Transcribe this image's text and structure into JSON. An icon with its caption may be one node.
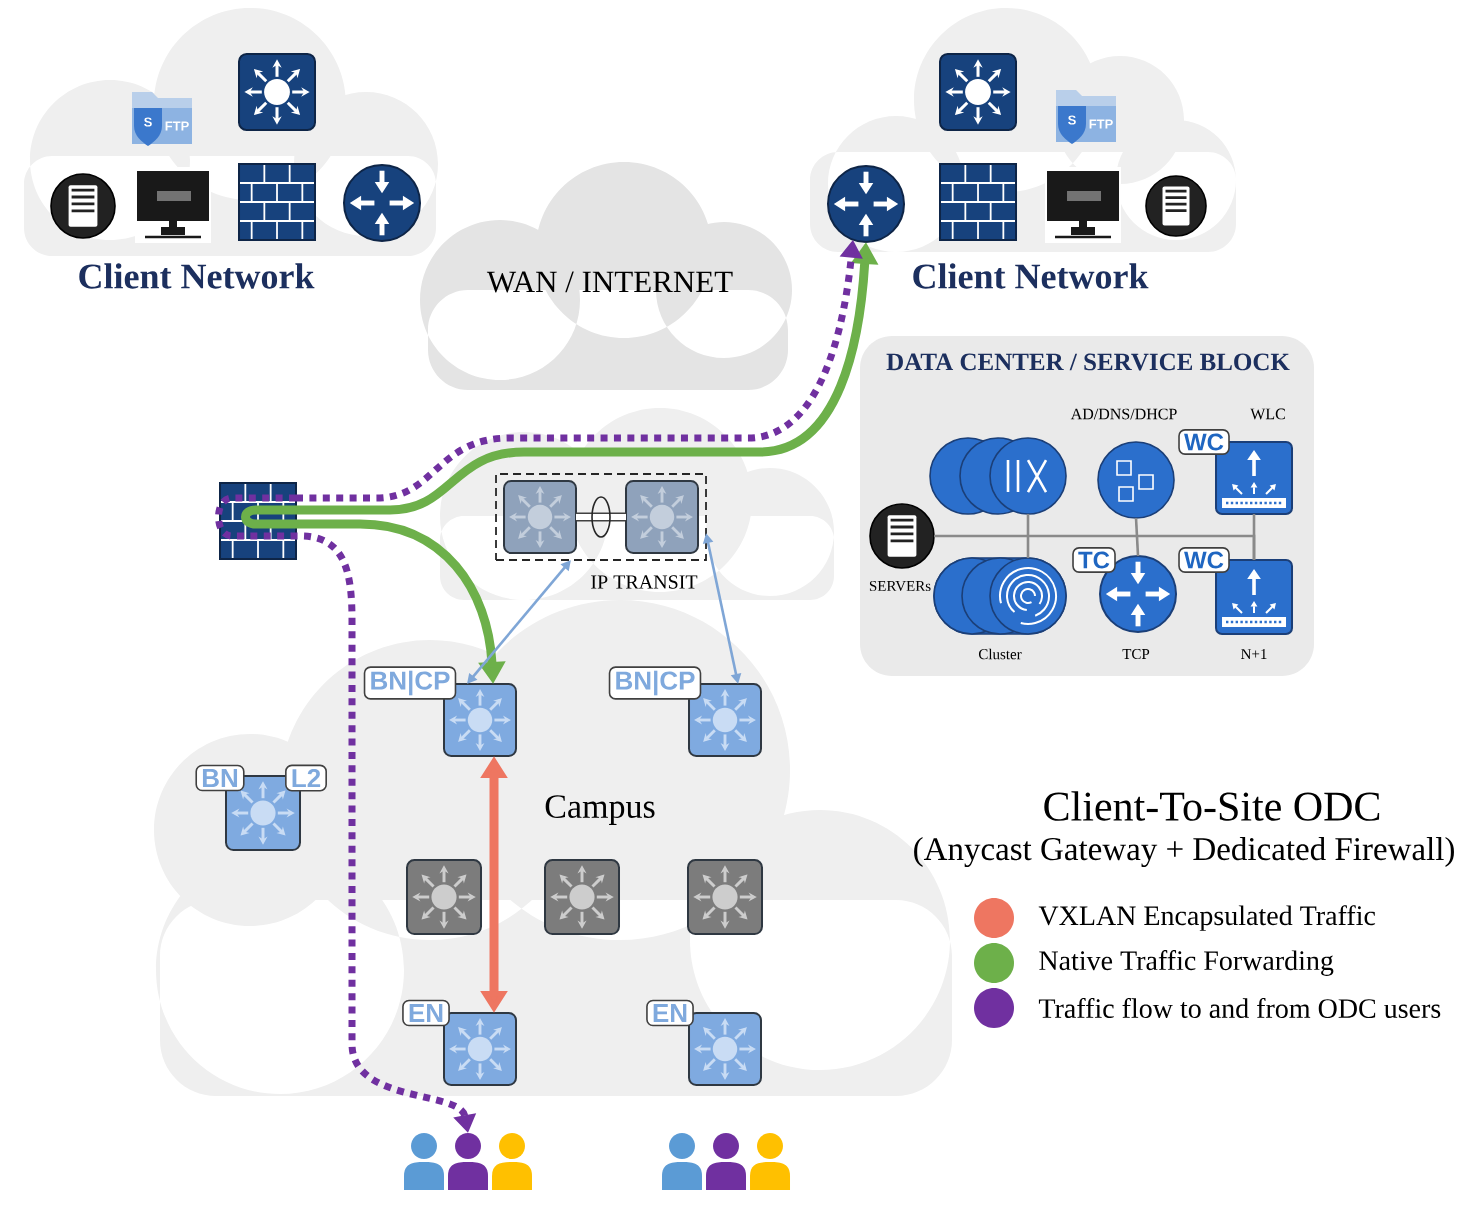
{
  "diagram": {
    "title": "Client-To-Site ODC",
    "nodes": [
      {
        "text": [
          "Client Network"
        ]
      },
      {
        "text": [
          "WAN / INTERNET"
        ]
      },
      {
        "text": [
          "Client Network"
        ]
      },
      {
        "text": [],
        "shape": "circle",
        "in": 2
      },
      {
        "text": [
          "DATA CENTER / SERVICE BLOCK"
        ]
      },
      {
        "text": [],
        "shape": "circle",
        "in": 4
      },
      {
        "text": [
          "AD/DNS/DHCP"
        ],
        "in": 4
      },
      {
        "text": [
          "WLC"
        ],
        "in": 4
      },
      {
        "text": [
          "WC"
        ],
        "in": 4
      },
      {
        "text": [
          "SERVERs"
        ],
        "in": 4
      },
      {
        "text": [
          "Cluster"
        ],
        "in": 4
      },
      {
        "text": [
          "TCP"
        ],
        "in": 4
      },
      {
        "text": [
          "TC"
        ],
        "in": 4
      },
      {
        "text": [
          "N+1"
        ],
        "in": 4
      },
      {
        "text": [
          "WC"
        ],
        "in": 4
      },
      {
        "text": [],
        "shape": "box"
      },
      {
        "text": [
          "IP TRANSIT"
        ]
      },
      {
        "text": [],
        "shape": "box",
        "in": 16
      },
      {
        "text": [],
        "shape": "box",
        "in": 17
      },
      {
        "text": [],
        "shape": "box",
        "in": 17
      },
      {
        "text": [
          "Campus"
        ]
      },
      {
        "text": [],
        "shape": "box",
        "in": 20
      },
      {
        "text": [
          "BN|CP"
        ],
        "in": 20
      },
      {
        "text": [],
        "shape": "box",
        "in": 20
      },
      {
        "text": [
          "BN|CP"
        ],
        "in": 20
      },
      {
        "text": [],
        "shape": "box",
        "in": 20
      },
      {
        "text": [
          "BN"
        ],
        "in": 20
      },
      {
        "text": [
          "L2"
        ],
        "in": 20
      },
      {
        "text": [],
        "shape": "box",
        "in": 20
      },
      {
        "text": [],
        "shape": "box",
        "in": 20
      },
      {
        "text": [],
        "shape": "box",
        "in": 20
      },
      {
        "text": [],
        "shape": "box",
        "in": 20
      },
      {
        "text": [
          "EN"
        ],
        "in": 20
      },
      {
        "text": [],
        "shape": "box",
        "in": 20
      },
      {
        "text": [
          "EN"
        ],
        "in": 20
      },
      {
        "text": [],
        "shape": "person"
      },
      {
        "text": [],
        "shape": "person"
      }
    ],
    "edges": [
      {
        "from": 15,
        "to": 3,
        "arrow": "to",
        "style": "thick",
        "color": "#6db04a"
      },
      {
        "from": 15,
        "to": 21,
        "arrow": "to",
        "style": "thick",
        "color": "#6db04a"
      },
      {
        "from": 15,
        "to": 3,
        "arrow": "to",
        "style": "dashed",
        "color": "#7030a0"
      },
      {
        "from": 15,
        "to": 35,
        "arrow": "to",
        "style": "dashed",
        "color": "#7030a0"
      },
      {
        "from": 21,
        "to": 31,
        "arrow": "both",
        "style": "thick",
        "color": "#ee7661"
      },
      {
        "from": 17,
        "to": 21,
        "arrow": "both",
        "color": "#7fa6d6"
      },
      {
        "from": 17,
        "to": 23,
        "arrow": "both",
        "color": "#7fa6d6"
      },
      {
        "from": 18,
        "to": 19,
        "arrow": "none",
        "style": "thick",
        "color": "#404040"
      },
      {
        "from": 5,
        "to": 10,
        "arrow": "none"
      },
      {
        "from": 6,
        "to": 11,
        "arrow": "none"
      },
      {
        "from": 7,
        "to": 13,
        "arrow": "none"
      },
      {
        "from": 9,
        "to": 13,
        "arrow": "none"
      }
    ],
    "labels": [
      "S",
      "FTP",
      "S",
      "FTP",
      "(Anycast Gateway + Dedicated Firewall)"
    ],
    "legend": [
      {
        "text": "VXLAN Encapsulated Traffic",
        "color": "#ee7661"
      },
      {
        "text": "Native Traffic Forwarding",
        "color": "#6db04a"
      },
      {
        "text": "Traffic flow to and from ODC users",
        "color": "#7030a0"
      }
    ]
  }
}
